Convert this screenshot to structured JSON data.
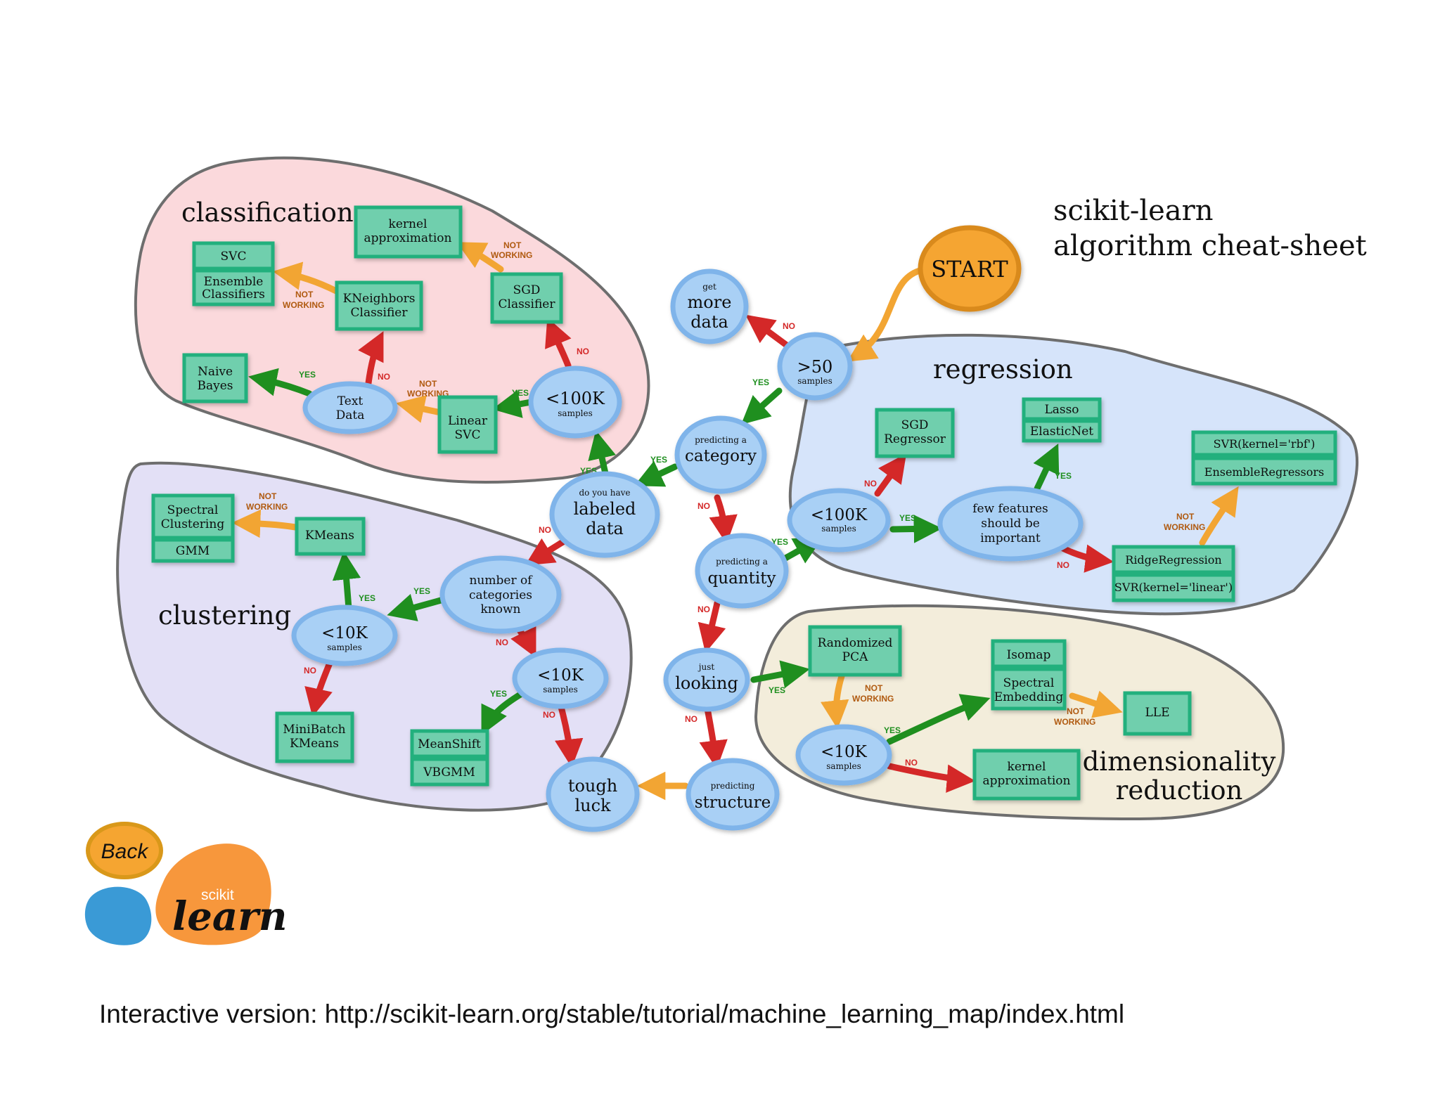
{
  "title": [
    "scikit-learn",
    "algorithm cheat-sheet"
  ],
  "regions": {
    "classification": "classification",
    "clustering": "clustering",
    "regression": "regression",
    "dimensionality": [
      "dimensionality",
      "reduction"
    ]
  },
  "start": "START",
  "back": "Back",
  "logo": {
    "small": "scikit",
    "big": "learn"
  },
  "url": "Interactive version: http://scikit-learn.org/stable/tutorial/machine_learning_map/index.html",
  "nodes": {
    "gt50": {
      "lines": [
        ">50"
      ],
      "small": "samples"
    },
    "more_data": {
      "small": "get",
      "lines": [
        "more",
        "data"
      ]
    },
    "category": {
      "small": "predicting a",
      "lines": [
        "category"
      ]
    },
    "labeled": {
      "small": "do you have",
      "lines": [
        "labeled",
        "data"
      ]
    },
    "cls_100k": {
      "lines": [
        "<100K"
      ],
      "small": "samples"
    },
    "text_data": {
      "lines": [
        "Text",
        "Data"
      ]
    },
    "quantity": {
      "small": "predicting a",
      "lines": [
        "quantity"
      ]
    },
    "looking": {
      "small": "just",
      "lines": [
        "looking"
      ]
    },
    "structure": {
      "small": "predicting",
      "lines": [
        "structure"
      ]
    },
    "tough_luck": {
      "lines": [
        "tough",
        "luck"
      ]
    },
    "num_categories": {
      "lines": [
        "number of",
        "categories",
        "known"
      ]
    },
    "clu_10k_a": {
      "lines": [
        "<10K"
      ],
      "small": "samples"
    },
    "clu_10k_b": {
      "lines": [
        "<10K"
      ],
      "small": "samples"
    },
    "reg_100k": {
      "lines": [
        "<100K"
      ],
      "small": "samples"
    },
    "few_features": {
      "lines": [
        "few features",
        "should be",
        "important"
      ]
    },
    "dim_10k": {
      "lines": [
        "<10K"
      ],
      "small": "samples"
    }
  },
  "boxes": {
    "kernel_approx_cls": [
      "kernel",
      "approximation"
    ],
    "svc": [
      "SVC"
    ],
    "ensemble_cls": [
      "Ensemble",
      "Classifiers"
    ],
    "kneighbors": [
      "KNeighbors",
      "Classifier"
    ],
    "sgd_classifier": [
      "SGD",
      "Classifier"
    ],
    "naive_bayes": [
      "Naive",
      "Bayes"
    ],
    "linear_svc": [
      "Linear",
      "SVC"
    ],
    "spectral_clustering": [
      "Spectral",
      "Clustering"
    ],
    "gmm": [
      "GMM"
    ],
    "kmeans": [
      "KMeans"
    ],
    "minibatch": [
      "MiniBatch",
      "KMeans"
    ],
    "meanshift": [
      "MeanShift"
    ],
    "vbgmm": [
      "VBGMM"
    ],
    "sgd_regressor": [
      "SGD",
      "Regressor"
    ],
    "lasso": [
      "Lasso"
    ],
    "elasticnet": [
      "ElasticNet"
    ],
    "svr_rbf": [
      "SVR(kernel='rbf')"
    ],
    "ensemble_reg": [
      "EnsembleRegressors"
    ],
    "ridge": [
      "RidgeRegression"
    ],
    "svr_linear": [
      "SVR(kernel='linear')"
    ],
    "randomized_pca": [
      "Randomized",
      "PCA"
    ],
    "isomap": [
      "Isomap"
    ],
    "spectral_embedding": [
      "Spectral",
      "Embedding"
    ],
    "lle": [
      "LLE"
    ],
    "kernel_approx_dim": [
      "kernel",
      "approximation"
    ]
  },
  "edge_labels": {
    "yes": "YES",
    "no": "NO",
    "not_working": [
      "NOT",
      "WORKING"
    ]
  },
  "colors": {
    "yes": "#1f8f1f",
    "no": "#d42828",
    "not_working": "#f2a533",
    "classification_bg": "#fbd9dc",
    "clustering_bg": "#e3e0f6",
    "regression_bg": "#d6e4fa",
    "dimensionality_bg": "#f3eddb",
    "node_fill": "#a9d0f5",
    "node_ring": "#7fb4ea",
    "box_fill": "#6fcfad",
    "box_border": "#22b07d",
    "start_fill": "#f5a531",
    "region_border": "#6e6e6e"
  }
}
